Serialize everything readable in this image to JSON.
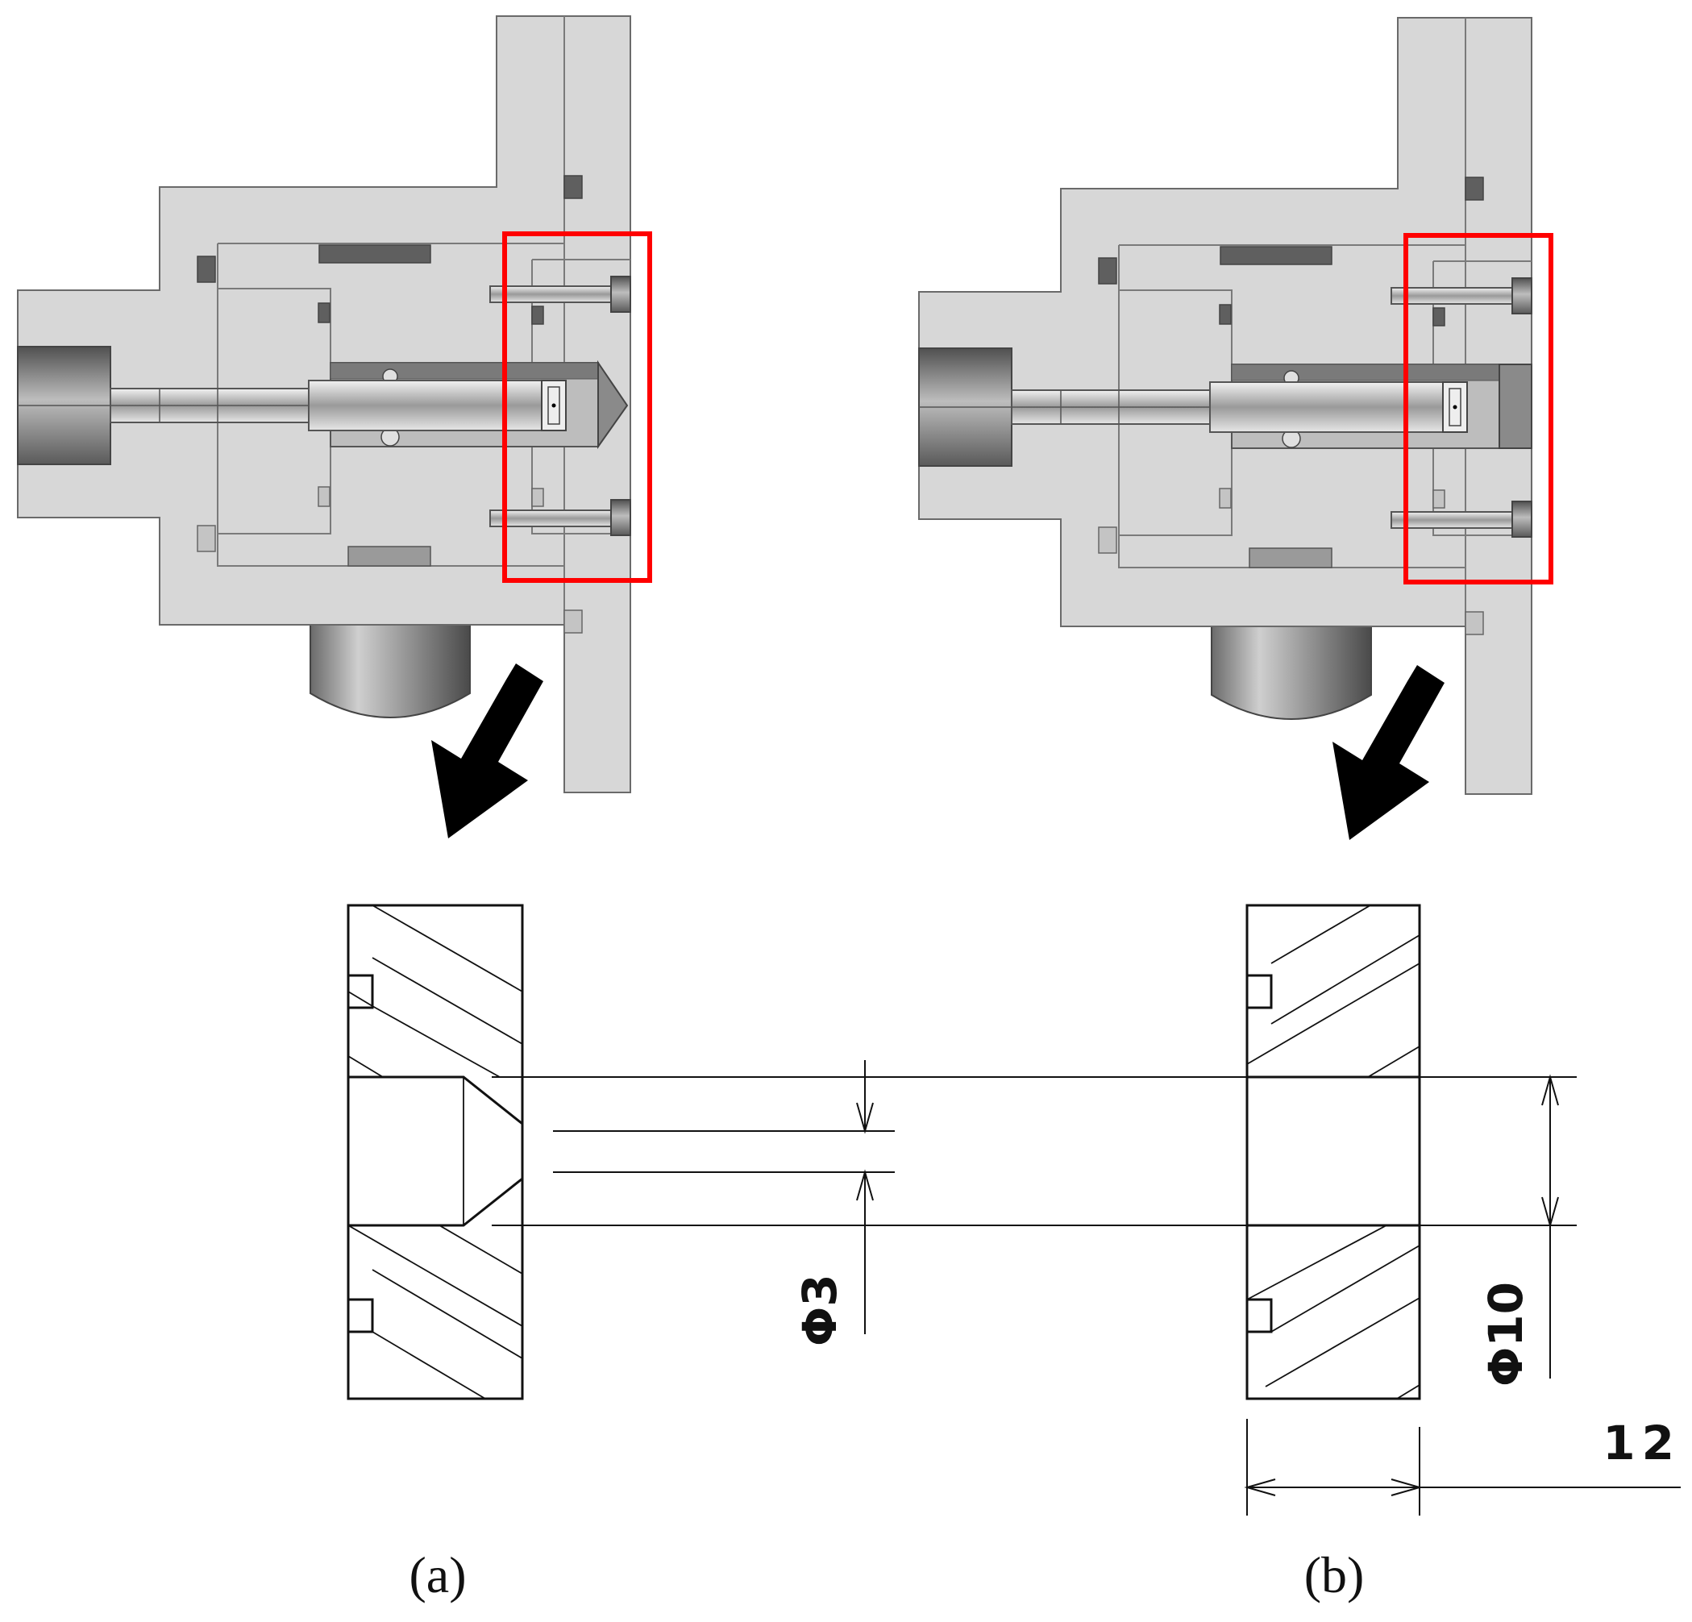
{
  "figure": {
    "panels": [
      {
        "id": "a",
        "caption": "(a)",
        "tip": "conical",
        "dimension_label": "Φ3"
      },
      {
        "id": "b",
        "caption": "(b)",
        "tip": "flat",
        "dimension_label": "Φ10",
        "width_label": "12"
      }
    ],
    "colors": {
      "highlight": "#ff0000",
      "body": "#d7d7d7",
      "ink": "#111111"
    }
  }
}
